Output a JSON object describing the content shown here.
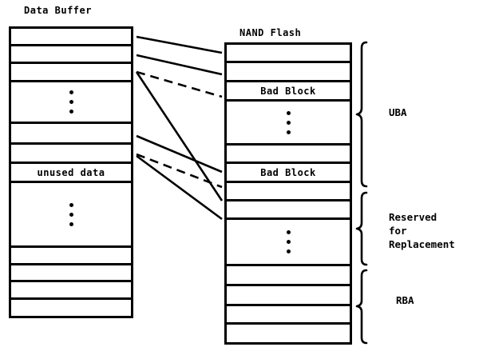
{
  "diagram": {
    "title_left": "Data Buffer",
    "title_right": "NAND Flash",
    "bad_block_label": "Bad Block",
    "unused_data_label": "unused data",
    "colors": {
      "stroke": "#000000",
      "fill": "#ffffff"
    }
  },
  "data_buffer": {
    "title": "Data Buffer",
    "cells": [
      {
        "label": "",
        "kind": "block"
      },
      {
        "label": "",
        "kind": "block"
      },
      {
        "label": "",
        "kind": "block"
      },
      {
        "label": "",
        "kind": "ellipsis"
      },
      {
        "label": "",
        "kind": "block"
      },
      {
        "label": "",
        "kind": "block"
      },
      {
        "label": "unused data",
        "kind": "labeled"
      },
      {
        "label": "",
        "kind": "ellipsis"
      },
      {
        "label": "",
        "kind": "block"
      },
      {
        "label": "",
        "kind": "block"
      },
      {
        "label": "",
        "kind": "block"
      },
      {
        "label": "",
        "kind": "block"
      }
    ]
  },
  "nand_flash": {
    "title": "NAND Flash",
    "cells": [
      {
        "label": "",
        "kind": "block"
      },
      {
        "label": "",
        "kind": "block"
      },
      {
        "label": "Bad Block",
        "kind": "labeled"
      },
      {
        "label": "",
        "kind": "ellipsis"
      },
      {
        "label": "",
        "kind": "block"
      },
      {
        "label": "Bad Block",
        "kind": "labeled"
      },
      {
        "label": "",
        "kind": "block"
      },
      {
        "label": "",
        "kind": "block"
      },
      {
        "label": "",
        "kind": "ellipsis"
      },
      {
        "label": "",
        "kind": "block"
      },
      {
        "label": "",
        "kind": "block"
      },
      {
        "label": "",
        "kind": "block"
      },
      {
        "label": "",
        "kind": "block"
      }
    ]
  },
  "regions": [
    {
      "name": "uba",
      "label": "UBA"
    },
    {
      "name": "reserved",
      "label": "Reserved\nfor\nReplacement"
    },
    {
      "name": "rba",
      "label": "RBA"
    }
  ],
  "mappings": [
    {
      "style": "solid",
      "from_cell": 0,
      "to_cell": 0
    },
    {
      "style": "solid",
      "from_cell": 1,
      "to_cell": 1
    },
    {
      "style": "dashed",
      "from_cell": 2,
      "to_cell": 3
    },
    {
      "style": "solid",
      "from_cell": 2,
      "to_cell": 6
    },
    {
      "style": "solid",
      "from_cell": 4,
      "to_cell": 5
    },
    {
      "style": "dashed",
      "from_cell": 5,
      "to_cell": 6
    },
    {
      "style": "solid",
      "from_cell": 5,
      "to_cell": 7
    }
  ]
}
